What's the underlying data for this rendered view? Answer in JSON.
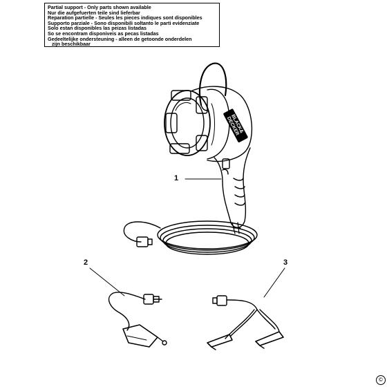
{
  "notice": {
    "lines": [
      "Partial support - Only parts shown available",
      "Nur die aufgefuerten teile sind lieferbar",
      "Reparation partielle - Seules les pieces indiques sont disponibles",
      "Supporto parziale - Sono disponibili soltanto le parti evidenziate",
      "Solo estan disponibles las peizas listadas",
      "So se encontram disponiveis as pecas listadas",
      "Gedeeltelijke ondersteuning - alleen de getoonde onderdelen",
      "zijn beschikbaar"
    ]
  },
  "brand": {
    "line1": "BLACK&",
    "line2": "DECKER"
  },
  "callouts": {
    "part1": "1",
    "part2": "2",
    "part3": "3"
  },
  "copyright": "©"
}
